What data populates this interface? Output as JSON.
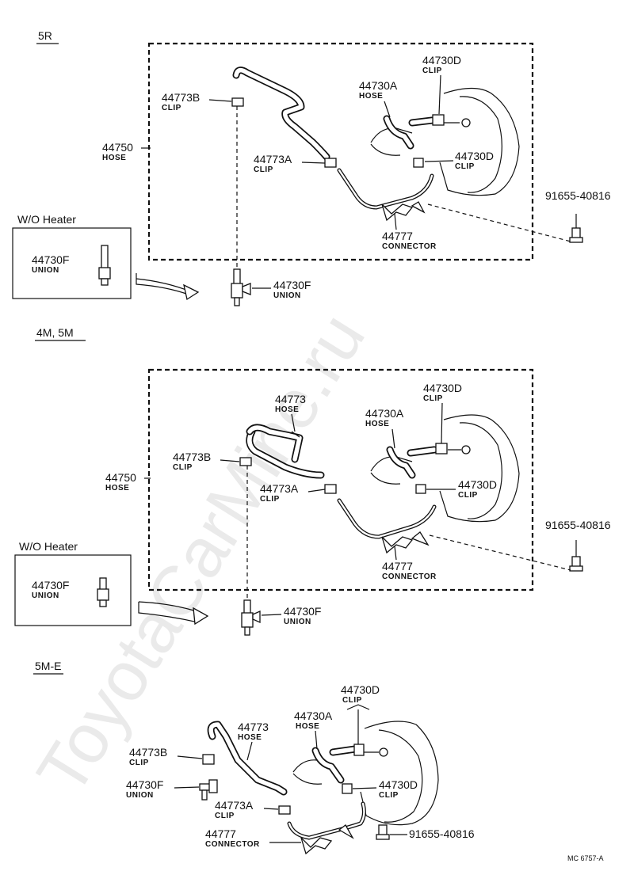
{
  "watermark": "ToyotaCarMine.ru",
  "footer_code": "MC 6757-A",
  "sections": [
    {
      "title": "5R",
      "wo_heater": "W/O Heater",
      "labels": {
        "h44750_num": "44750",
        "h44750_name": "HOSE",
        "c44773b_num": "44773B",
        "c44773b_name": "CLIP",
        "c44773a_num": "44773A",
        "c44773a_name": "CLIP",
        "h44730a_num": "44730A",
        "h44730a_name": "HOSE",
        "c44730d_top_num": "44730D",
        "c44730d_top_name": "CLIP",
        "c44730d_bot_num": "44730D",
        "c44730d_bot_name": "CLIP",
        "bolt_num": "91655-40816",
        "conn_num": "44777",
        "conn_name": "CONNECTOR",
        "union_box_num": "44730F",
        "union_box_name": "UNION",
        "union_num": "44730F",
        "union_name": "UNION"
      }
    },
    {
      "title": "4M, 5M",
      "wo_heater": "W/O Heater",
      "labels": {
        "h44750_num": "44750",
        "h44750_name": "HOSE",
        "h44773_num": "44773",
        "h44773_name": "HOSE",
        "c44773b_num": "44773B",
        "c44773b_name": "CLIP",
        "c44773a_num": "44773A",
        "c44773a_name": "CLIP",
        "h44730a_num": "44730A",
        "h44730a_name": "HOSE",
        "c44730d_top_num": "44730D",
        "c44730d_top_name": "CLIP",
        "c44730d_bot_num": "44730D",
        "c44730d_bot_name": "CLIP",
        "bolt_num": "91655-40816",
        "conn_num": "44777",
        "conn_name": "CONNECTOR",
        "union_box_num": "44730F",
        "union_box_name": "UNION",
        "union_num": "44730F",
        "union_name": "UNION"
      }
    },
    {
      "title": "5M-E",
      "labels": {
        "h44773_num": "44773",
        "h44773_name": "HOSE",
        "c44773b_num": "44773B",
        "c44773b_name": "CLIP",
        "union_num": "44730F",
        "union_name": "UNION",
        "c44773a_num": "44773A",
        "c44773a_name": "CLIP",
        "conn_num": "44777",
        "conn_name": "CONNECTOR",
        "h44730a_num": "44730A",
        "h44730a_name": "HOSE",
        "c44730d_top_num": "44730D",
        "c44730d_top_name": "CLIP",
        "c44730d_bot_num": "44730D",
        "c44730d_bot_name": "CLIP",
        "bolt_num": "91655-40816"
      }
    }
  ]
}
